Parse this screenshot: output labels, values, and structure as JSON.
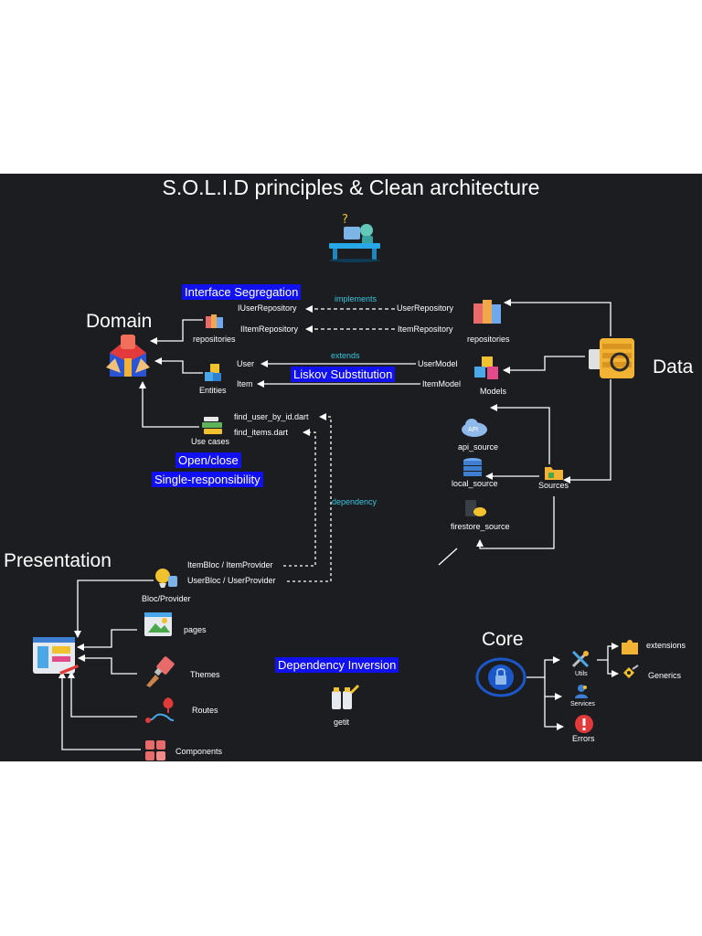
{
  "title": "S.O.L.I.D principles & Clean architecture",
  "sections": {
    "domain": "Domain",
    "data": "Data",
    "presentation": "Presentation",
    "core": "Core"
  },
  "principles": {
    "interface_segregation": "Interface Segregation",
    "liskov": "Liskov Substitution",
    "open_close": "Open/close",
    "single_responsibility": "Single-responsibility",
    "dependency_inversion": "Dependency Inversion"
  },
  "domain": {
    "repositories": "repositories",
    "entities": "Entities",
    "use_cases": "Use cases",
    "iuser_repository": "IUserRepository",
    "iitem_repository": "IItemRepository",
    "user": "User",
    "item": "Item",
    "find_user_by_id": "find_user_by_id.dart",
    "find_items": "find_items.dart"
  },
  "data": {
    "user_repository": "UserRepository",
    "item_repository": "ItemRepository",
    "repositories": "repositories",
    "user_model": "UserModel",
    "item_model": "ItemModel",
    "models": "Models",
    "api_source": "api_source",
    "local_source": "local_source",
    "firestore_source": "firestore_source",
    "sources": "Sources"
  },
  "relations": {
    "implements": "implements",
    "extends": "extends",
    "dependency": "dependency"
  },
  "presentation": {
    "item_bloc": "ItemBloc / ItemProvider",
    "user_bloc": "UserBloc / UserProvider",
    "bloc_provider": "Bloc/Provider",
    "pages": "pages",
    "themes": "Themes",
    "routes": "Routes",
    "components": "Components",
    "getit": "getit"
  },
  "core": {
    "extensions": "extensions",
    "utils": "Utils",
    "generics": "Generics",
    "services": "Services",
    "errors": "Errors"
  },
  "colors": {
    "background": "#1b1d21",
    "highlight": "#1010f0",
    "relation_text": "#39c6dc",
    "line": "#ffffff"
  }
}
